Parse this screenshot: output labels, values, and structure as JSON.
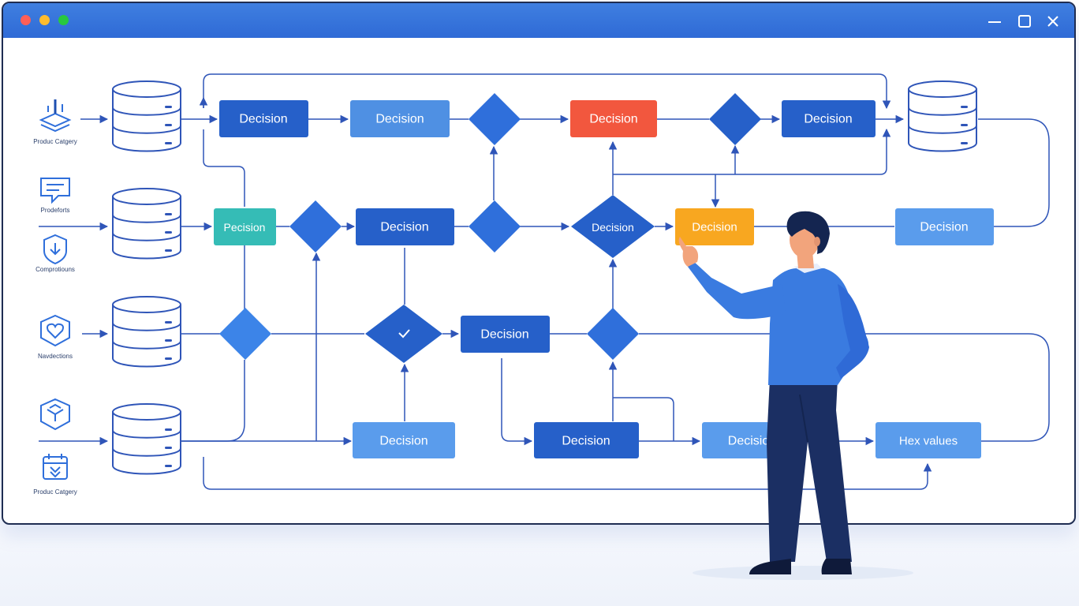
{
  "window": {
    "traffic_lights": [
      "#ff5f57",
      "#febc2e",
      "#28c840"
    ],
    "controls": [
      "minimize-icon",
      "maximize-icon",
      "close-icon"
    ]
  },
  "sidebar": {
    "items": [
      {
        "label": "Produc Catgery",
        "icon": "database-layers-icon"
      },
      {
        "label": "Prodeforts",
        "icon": "chat-bubble-icon"
      },
      {
        "label": "Comprotiouns",
        "icon": "shield-down-icon"
      },
      {
        "label": "Navdections",
        "icon": "heart-shield-icon"
      },
      {
        "label": "",
        "icon": "box-shield-icon"
      },
      {
        "label": "Produc Catgery",
        "icon": "calendar-icon"
      }
    ]
  },
  "flowchart": {
    "nodes": {
      "r1a": "Decision",
      "r1b": "Decision",
      "r1c": "Decision",
      "r1d": "Decision",
      "r2a": "Pecision",
      "r2b": "Decision",
      "r2c": "Decision",
      "r2d": "Decision",
      "r2e": "Decision",
      "r3a": "Decision",
      "r4a": "Decision",
      "r4b": "Decision",
      "r4c": "Decisio",
      "r4d": "Hex values"
    },
    "colors": {
      "dark_blue": "#2660c9",
      "mid_blue": "#4f90e3",
      "light_blue": "#5a9cec",
      "red": "#f2573e",
      "teal": "#35bcb6",
      "orange": "#f8a720",
      "diamond": "#2f6fdb",
      "line": "#2f55b8"
    }
  }
}
